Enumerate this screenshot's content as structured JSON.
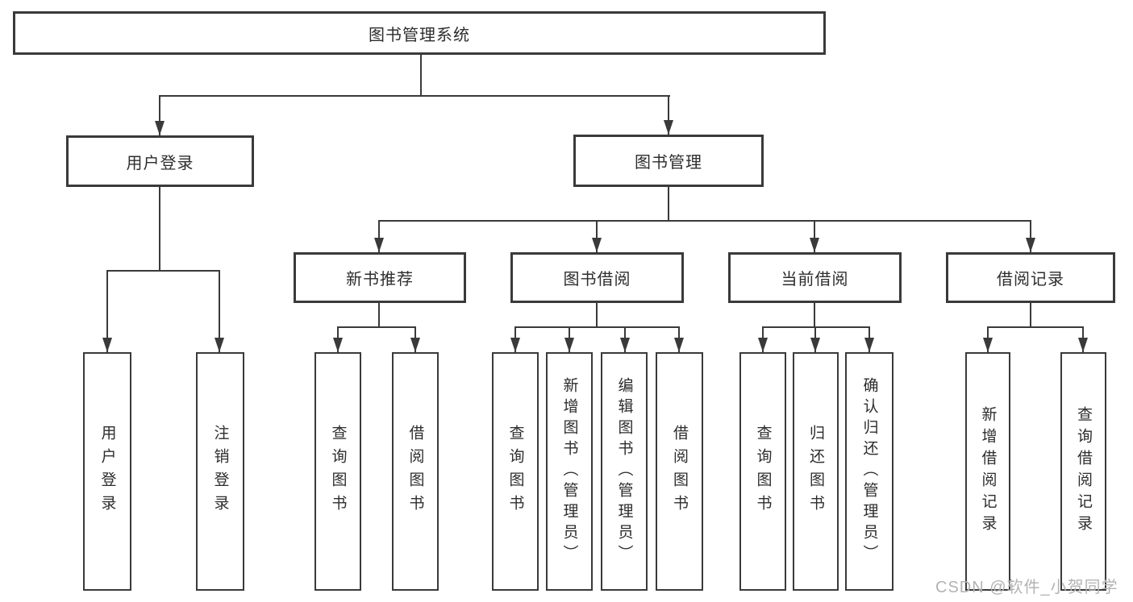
{
  "colors": {
    "line": "#3a3a3a",
    "text": "#2d2d2d",
    "background": "#ffffff",
    "watermark_color": "#b3b3b3"
  },
  "tree": {
    "root": {
      "label": "图书管理系统"
    },
    "branches": [
      {
        "label": "用户登录",
        "children": [
          {
            "label": "用户登录"
          },
          {
            "label": "注销登录"
          }
        ]
      },
      {
        "label": "图书管理",
        "children": [
          {
            "label": "新书推荐",
            "children": [
              {
                "label": "查询图书"
              },
              {
                "label": "借阅图书"
              }
            ]
          },
          {
            "label": "图书借阅",
            "children": [
              {
                "label": "查询图书"
              },
              {
                "label": "新增图书（管理员）"
              },
              {
                "label": "编辑图书（管理员）"
              },
              {
                "label": "借阅图书"
              }
            ]
          },
          {
            "label": "当前借阅",
            "children": [
              {
                "label": "查询图书"
              },
              {
                "label": "归还图书"
              },
              {
                "label": "确认归还（管理员）"
              }
            ]
          },
          {
            "label": "借阅记录",
            "children": [
              {
                "label": "新增借阅记录"
              },
              {
                "label": "查询借阅记录"
              }
            ]
          }
        ]
      }
    ]
  },
  "watermark": {
    "text": "CSDN @软件_小贺同学"
  }
}
